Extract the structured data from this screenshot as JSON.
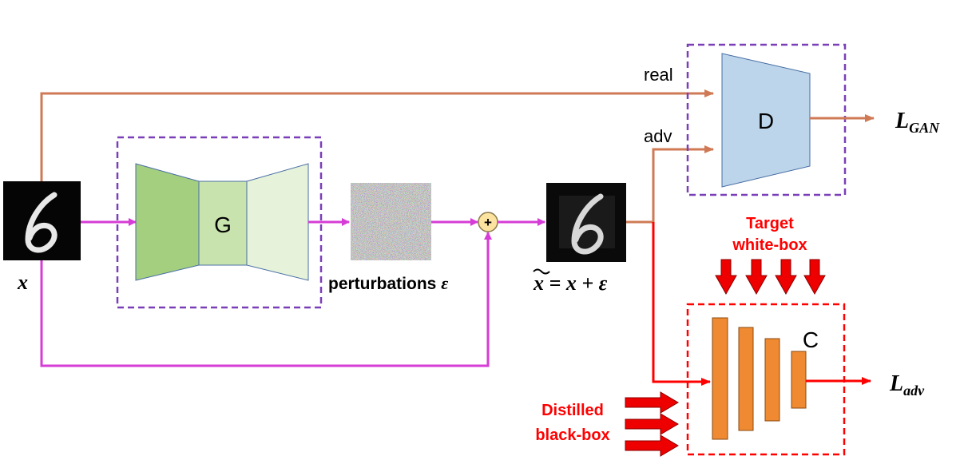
{
  "labels": {
    "input_x": "x",
    "generator": "G",
    "discriminator": "D",
    "classifier": "C",
    "perturbations_text": "perturbations ",
    "epsilon": "ε",
    "adv_eq_lhs": "x",
    "adv_eq_rest": " = x + ε",
    "plus": "+",
    "real": "real",
    "adv": "adv",
    "loss_gan_main": "L",
    "loss_gan_sub": "GAN",
    "loss_adv_main": "L",
    "loss_adv_sub": "adv",
    "target_line1": "Target",
    "target_line2": "white-box",
    "distilled_line1": "Distilled",
    "distilled_line2": "black-box"
  },
  "colors": {
    "magenta_flow": "#d63cd6",
    "orange_flow": "#cf7a55",
    "red_flow": "#ff0000",
    "purple_dash": "#7a3fb8",
    "red_dash": "#ff0000",
    "gen_dark": "#a3cf7e",
    "gen_mid": "#c8e3ad",
    "gen_light": "#e6f2d9",
    "disc_fill": "#bcd5ea",
    "classifier_fill": "#ef8a32",
    "plus_fill": "#fde3a0",
    "text_red": "#ff0000"
  }
}
